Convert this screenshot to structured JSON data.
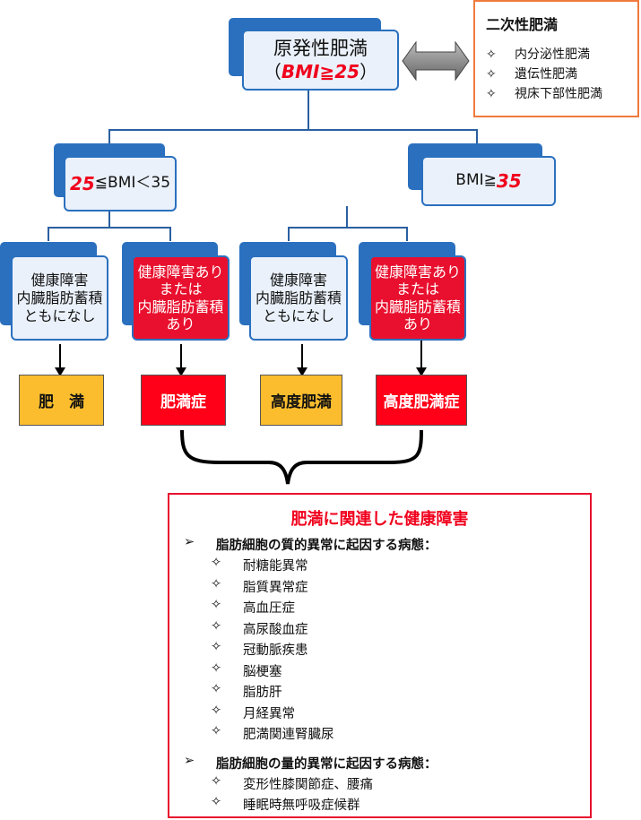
{
  "primary": {
    "title": "原発性肥満",
    "bmi_open": "（",
    "bmi": "BMI≧25",
    "bmi_close": "）"
  },
  "secondary": {
    "title": "二次性肥満",
    "bullet": "✧",
    "items": [
      "内分泌性肥満",
      "遺伝性肥満",
      "視床下部性肥満"
    ]
  },
  "branches": {
    "left": {
      "num": "25",
      "rest": "≦BMI＜35"
    },
    "right": {
      "prefix": "BMI≧",
      "num": "35"
    }
  },
  "conditions": [
    {
      "lines": [
        "健康障害",
        "内臓脂肪蓄積",
        "ともになし"
      ],
      "result": "肥　満"
    },
    {
      "lines": [
        "健康障害あり",
        "または",
        "内臓脂肪蓄積",
        "あり"
      ],
      "result": "肥満症"
    },
    {
      "lines": [
        "健康障害",
        "内臓脂肪蓄積",
        "ともになし"
      ],
      "result": "高度肥満"
    },
    {
      "lines": [
        "健康障害あり",
        "または",
        "内臓脂肪蓄積",
        "あり"
      ],
      "result": "高度肥満症"
    }
  ],
  "health": {
    "title": "肥満に関連した健康障害",
    "section_bullet": "➢",
    "item_bullet": "✧",
    "sections": [
      {
        "heading": "脂肪細胞の質的異常に起因する病態：",
        "items": [
          "耐糖能異常",
          "脂質異常症",
          "高血圧症",
          "高尿酸血症",
          "冠動脈疾患",
          "脳梗塞",
          "脂肪肝",
          "月経異常",
          "肥満関連腎臓尿"
        ]
      },
      {
        "heading": "脂肪細胞の量的異常に起因する病態：",
        "items": [
          "変形性膝関節症、腰痛",
          "睡眠時無呼吸症候群"
        ]
      }
    ]
  },
  "colors": {
    "blue": "#2a70bf",
    "red": "#ff0018",
    "yellow": "#fbbd2e",
    "orange": "#f07a3c"
  }
}
